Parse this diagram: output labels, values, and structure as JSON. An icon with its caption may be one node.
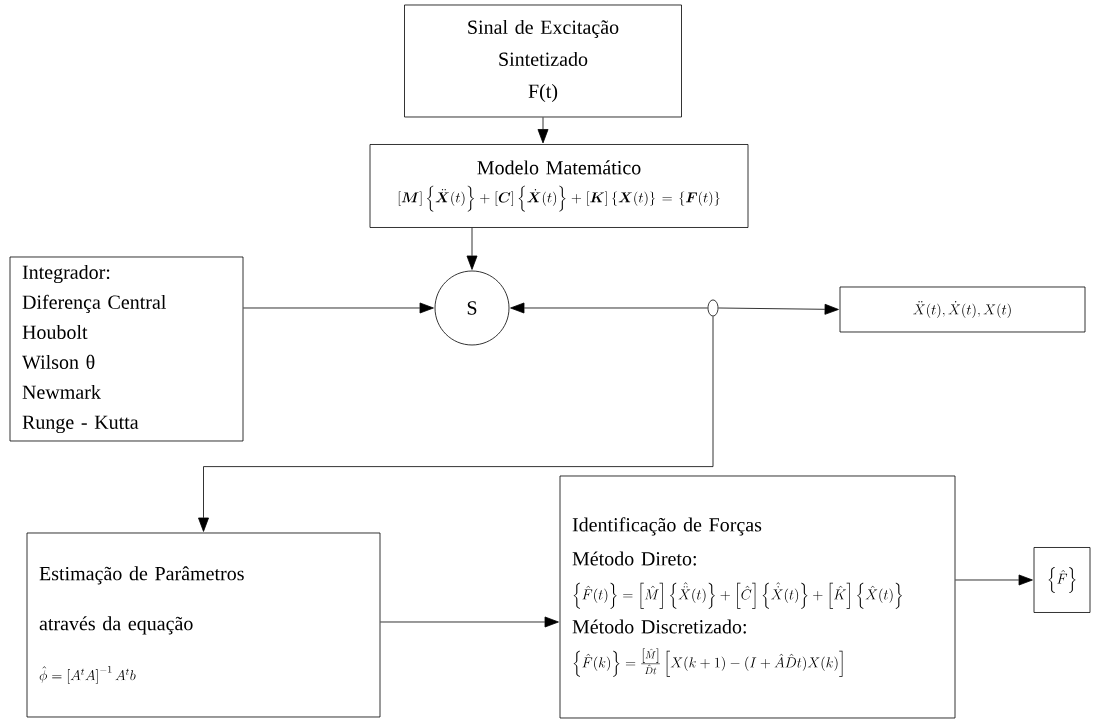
{
  "diagram": {
    "nodes": [
      {
        "text": [
          "Sinal de Excitação",
          "Sintetizado",
          "F(t)"
        ]
      },
      {
        "text": [
          "Modelo Matemático",
          "\\left[\\boldsymbol{M}\\right]\\left\\{\\ddot{\\boldsymbol{X}}(t)\\right\\}+\\left[\\boldsymbol{C}\\right]\\left\\{\\dot{\\boldsymbol{X}}(t)\\right\\}+\\left[\\boldsymbol{K}\\right]\\left\\{\\boldsymbol{X}(t)\\right\\}=\\left\\{\\boldsymbol{F}(t)\\right\\}"
        ]
      },
      {
        "text": [
          "Integrador:",
          "Diferença Central",
          "Houbolt",
          "Wilson θ",
          "Newmark",
          "Runge - Kutta"
        ]
      },
      {
        "text": [
          "S"
        ]
      },
      {
        "text": [],
        "shape": "circle"
      },
      {
        "text": [
          "\\ddot{X}(t), \\dot{X}(t), X(t)"
        ]
      },
      {
        "text": [
          "Estimação de Parâmetros",
          "através da equação",
          "\\hat{\\phi}=\\left[A^{t}A\\right]^{-1}A^{t}b"
        ]
      },
      {
        "text": [
          "Identificação de Forças",
          "Método Direto:",
          "\\left\\{\\hat{F}(t)\\right\\}=\\left[\\hat{M}\\right]\\left\\{\\hat{\\ddot{X}}(t)\\right\\}+\\left[\\hat{C}\\right]\\left\\{\\hat{\\dot{X}}(t)\\right\\}+\\left[\\hat{K}\\right]\\left\\{\\hat{X}(t)\\right\\}",
          "Método Discretizado:",
          "\\left\\{\\hat{F}(k)\\right\\}=\\frac{\\left[\\hat{M}\\right]}{\\hat{D}t}\\left[X(k+1)-(I+\\hat{A}\\hat{D}t)X(k)\\right]"
        ]
      },
      {
        "text": [
          "\\left\\{\\hat{F}\\right\\}"
        ]
      }
    ],
    "edges": [
      {
        "from": 0,
        "to": 1,
        "arrow": "to"
      },
      {
        "from": 1,
        "to": 3,
        "arrow": "to"
      },
      {
        "from": 2,
        "to": 3,
        "arrow": "to"
      },
      {
        "from": 4,
        "to": 3,
        "arrow": "to"
      },
      {
        "from": 4,
        "to": 5,
        "arrow": "to"
      },
      {
        "from": 4,
        "to": 6,
        "arrow": "to"
      },
      {
        "from": 6,
        "to": 7,
        "arrow": "to"
      },
      {
        "from": 7,
        "to": 8,
        "arrow": "to"
      }
    ]
  }
}
